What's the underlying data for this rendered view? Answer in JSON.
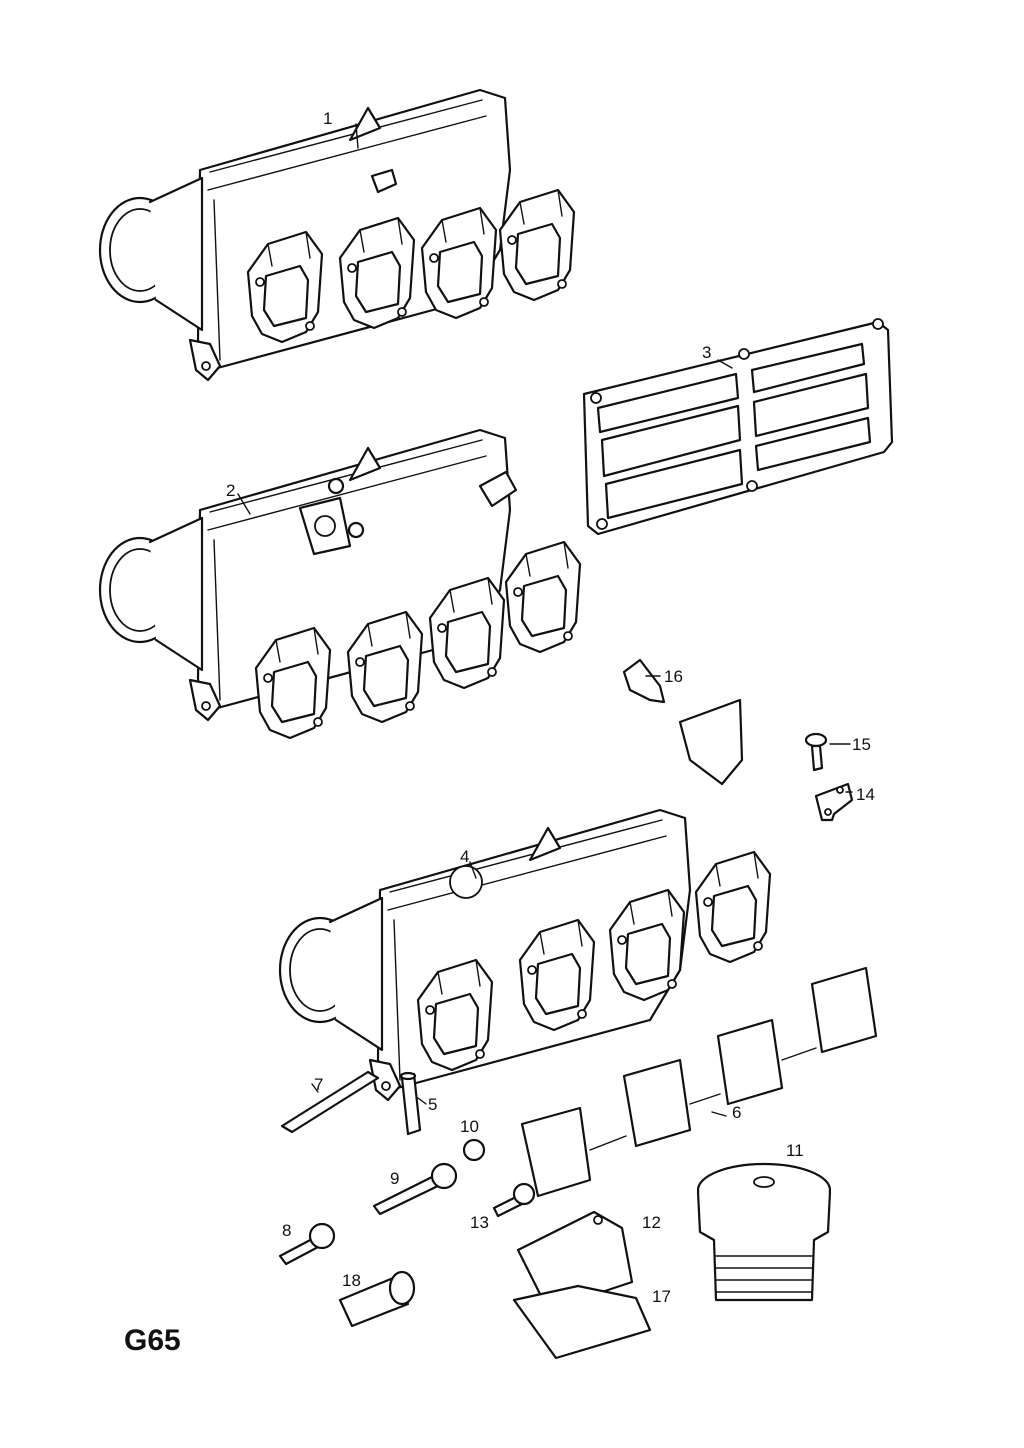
{
  "diagram_code": "G65",
  "callouts": {
    "c1": "1",
    "c2": "2",
    "c3": "3",
    "c4": "4",
    "c5": "5",
    "c6": "6",
    "c7": "7",
    "c8": "8",
    "c9": "9",
    "c10": "10",
    "c11": "11",
    "c12": "12",
    "c13": "13",
    "c14": "14",
    "c15": "15",
    "c16": "16",
    "c17": "17",
    "c18": "18"
  }
}
